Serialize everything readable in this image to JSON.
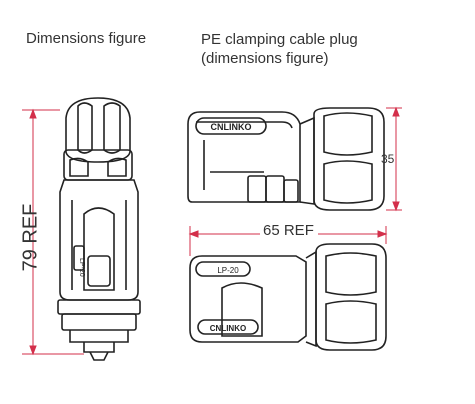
{
  "labels": {
    "dimensions_figure": "Dimensions figure",
    "plug_title_line1": "PE clamping cable plug",
    "plug_title_line2": "(dimensions figure)",
    "dim_height": "79 REF",
    "dim_35": "35",
    "dim_65": "65 REF"
  },
  "part_text": {
    "brand": "CNLINKO",
    "model": "LP-20"
  },
  "colors": {
    "outline": "#222222",
    "dimension": "#d32f4a",
    "text": "#333333"
  }
}
